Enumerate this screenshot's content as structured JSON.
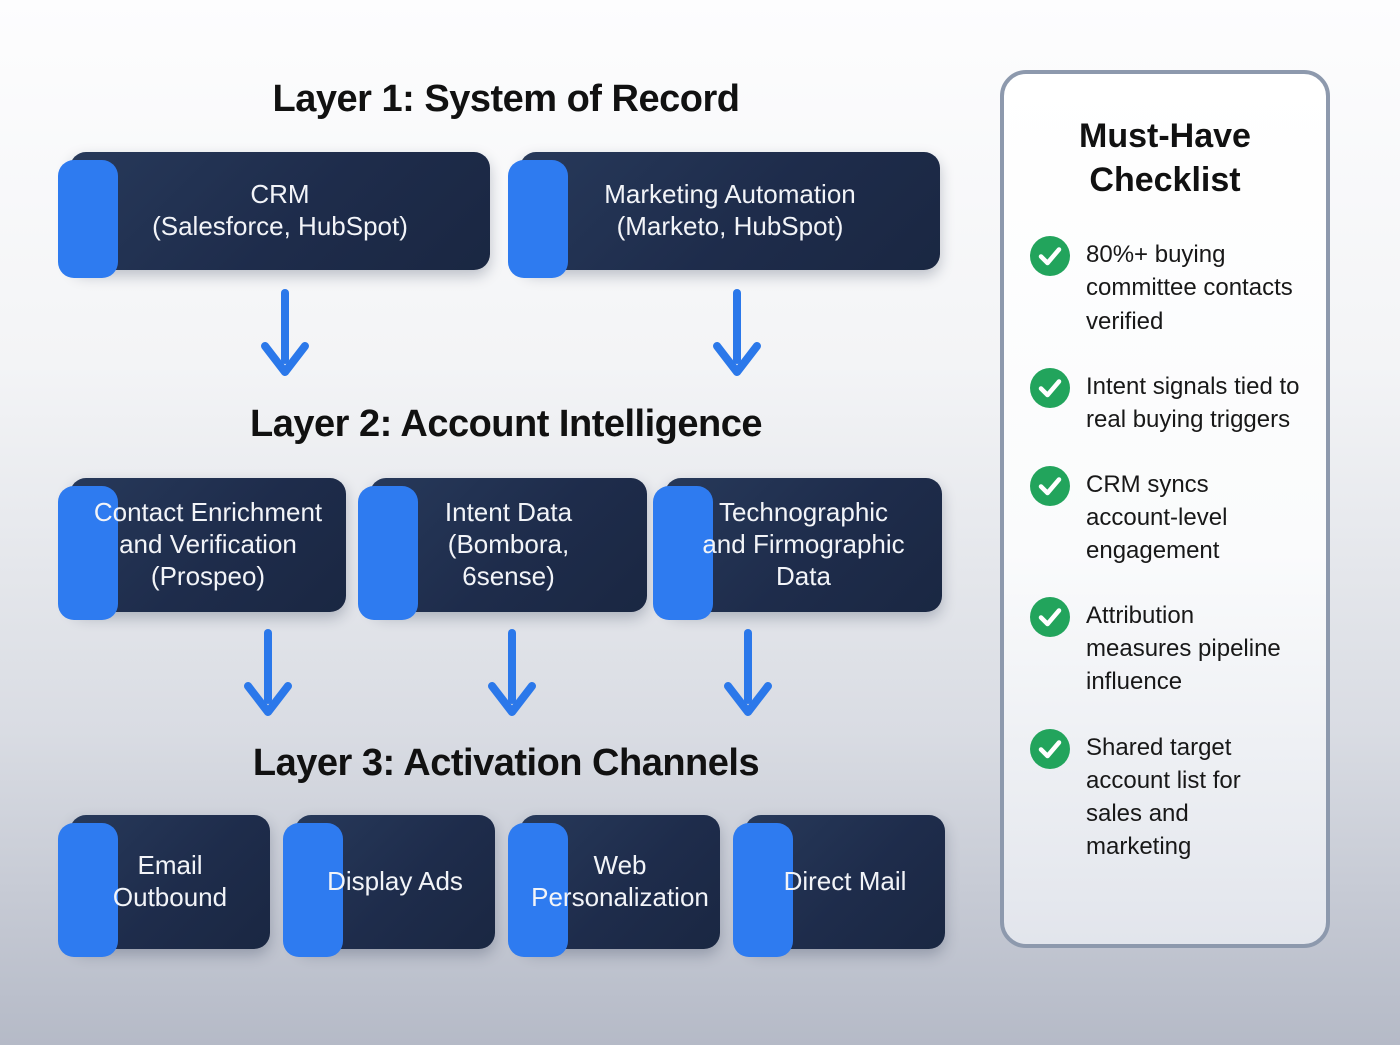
{
  "colors": {
    "accent_blue": "#2e7bf0",
    "arrow_blue": "#2b78ea",
    "box_navy": "#1e2c4b",
    "check_green": "#22a45c",
    "panel_border": "#8d99ad",
    "title_black": "#111111"
  },
  "layers": [
    {
      "title": "Layer 1: System of Record",
      "boxes": [
        {
          "lines": [
            "CRM",
            "(Salesforce, HubSpot)"
          ]
        },
        {
          "lines": [
            "Marketing Automation",
            "(Marketo, HubSpot)"
          ]
        }
      ]
    },
    {
      "title": "Layer 2: Account Intelligence",
      "boxes": [
        {
          "lines": [
            "Contact Enrichment",
            "and Verification",
            "(Prospeo)"
          ]
        },
        {
          "lines": [
            "Intent Data",
            "(Bombora,",
            "6sense)"
          ]
        },
        {
          "lines": [
            "Technographic",
            "and Firmographic",
            "Data"
          ]
        }
      ]
    },
    {
      "title": "Layer 3: Activation Channels",
      "boxes": [
        {
          "lines": [
            "Email",
            "Outbound"
          ]
        },
        {
          "lines": [
            "Display Ads"
          ]
        },
        {
          "lines": [
            "Web",
            "Personalization"
          ]
        },
        {
          "lines": [
            "Direct Mail"
          ]
        }
      ]
    }
  ],
  "checklist": {
    "title": "Must-Have Checklist",
    "items": [
      {
        "text": "80%+ buying committee contacts verified"
      },
      {
        "text": "Intent signals tied to real buying triggers"
      },
      {
        "text": "CRM syncs account-level engagement"
      },
      {
        "text": "Attribution measures pipeline influence"
      },
      {
        "text": "Shared target account list for sales and marketing"
      }
    ]
  }
}
